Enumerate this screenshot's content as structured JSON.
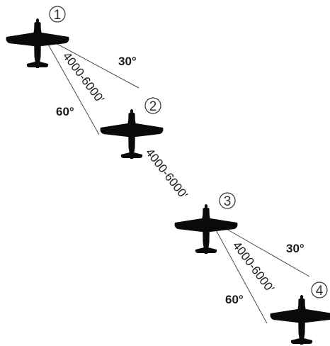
{
  "formation": {
    "positions": [
      {
        "number": "1"
      },
      {
        "number": "2"
      },
      {
        "number": "3"
      },
      {
        "number": "4"
      }
    ],
    "angles": {
      "upper_outer": "30°",
      "upper_inner": "60°",
      "lower_outer": "30°",
      "lower_inner": "60°"
    },
    "distances": {
      "lead_to_two": "4000-6000′",
      "two_to_three": "4000-6000′",
      "three_to_four": "4000-6000′"
    }
  },
  "colors": {
    "aircraft": "#0a0a0a",
    "lines": "#4a4a4a",
    "text": "#1a1a1a"
  }
}
